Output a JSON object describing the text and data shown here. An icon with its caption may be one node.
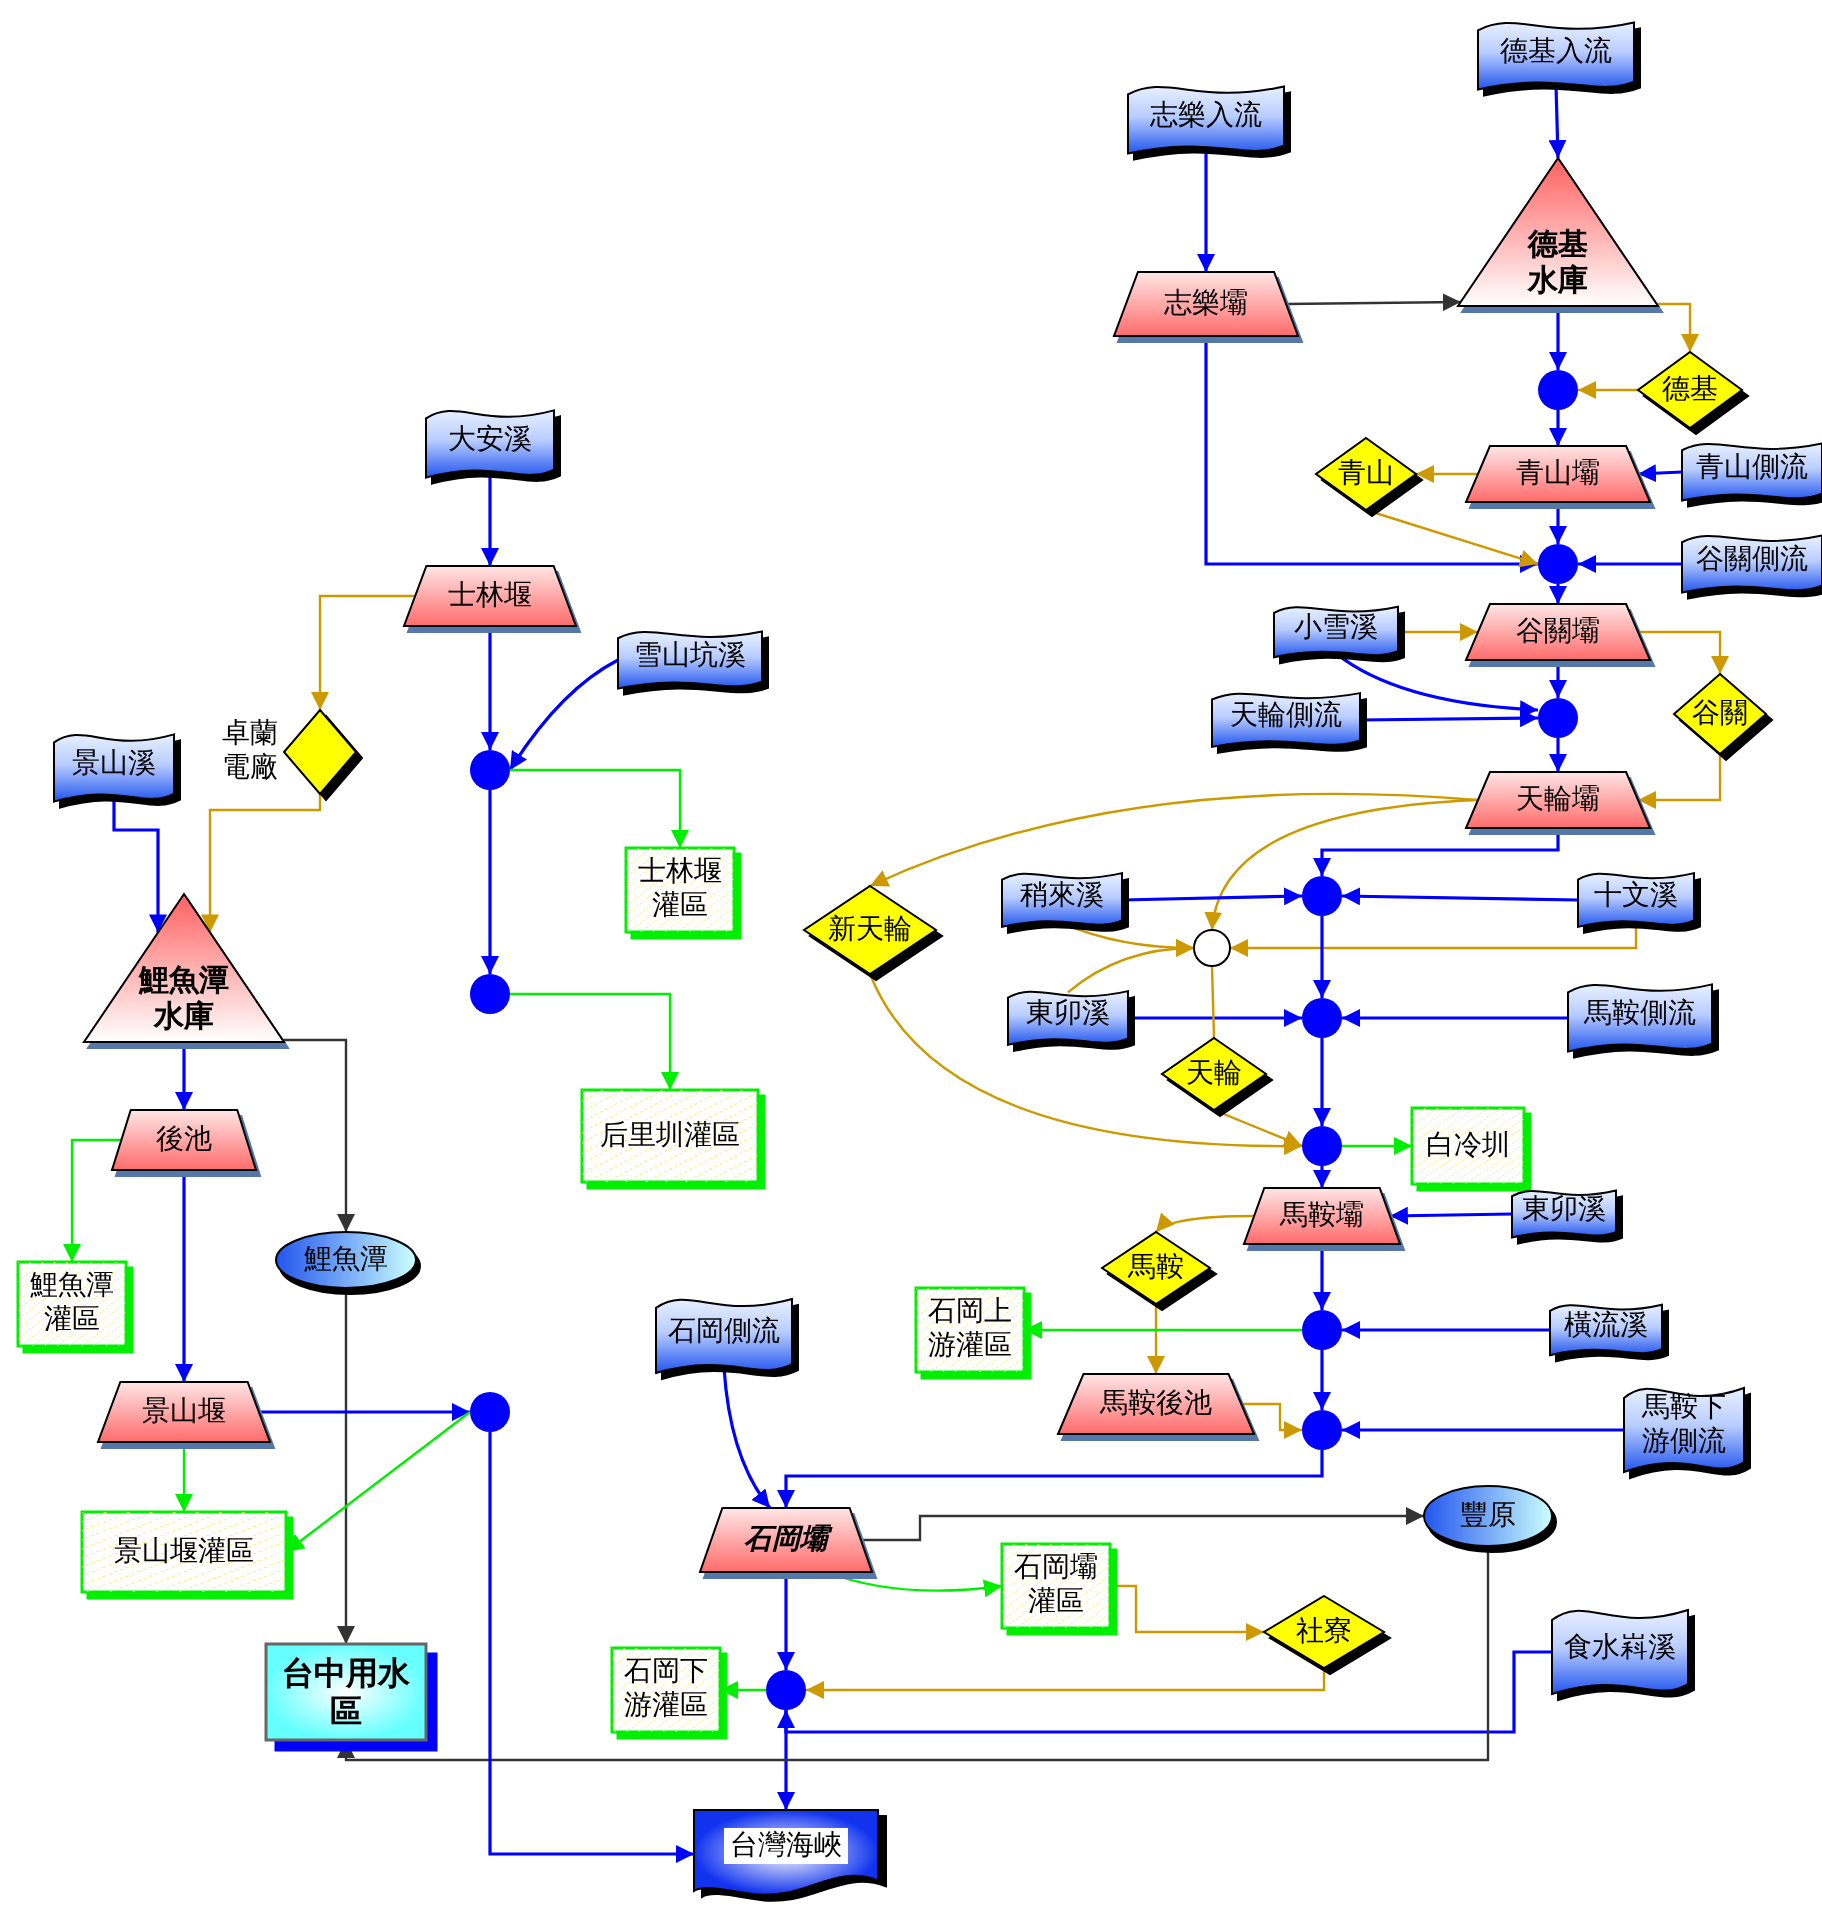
{
  "diagram": {
    "nodes": [
      {
        "text": [
          "德基入流"
        ]
      },
      {
        "text": [
          "志樂入流"
        ]
      },
      {
        "text": [
          "志樂壩"
        ]
      },
      {
        "text": [
          "德基水庫"
        ]
      },
      {
        "text": [],
        "shape": "dot"
      },
      {
        "text": [
          "德基"
        ]
      },
      {
        "text": [
          "青山"
        ]
      },
      {
        "text": [
          "青山壩"
        ]
      },
      {
        "text": [
          "青山側流"
        ]
      },
      {
        "text": [],
        "shape": "dot"
      },
      {
        "text": [
          "谷關側流"
        ]
      },
      {
        "text": [
          "小雪溪"
        ]
      },
      {
        "text": [
          "谷關壩"
        ]
      },
      {
        "text": [
          "天輪側流"
        ]
      },
      {
        "text": [],
        "shape": "dot"
      },
      {
        "text": [
          "谷關"
        ]
      },
      {
        "text": [
          "大安溪"
        ]
      },
      {
        "text": [
          "士林堰"
        ]
      },
      {
        "text": [
          "雪山坑溪"
        ]
      },
      {
        "text": [
          "卓蘭電廠"
        ]
      },
      {
        "text": [],
        "shape": "dot"
      },
      {
        "text": [
          "景山溪"
        ]
      },
      {
        "text": [
          "天輪壩"
        ]
      },
      {
        "text": [
          "新天輪"
        ]
      },
      {
        "text": [
          "稍來溪"
        ]
      },
      {
        "text": [],
        "shape": "dot"
      },
      {
        "text": [
          "十文溪"
        ]
      },
      {
        "text": [],
        "shape": "circle"
      },
      {
        "text": [
          "士林堰灌區"
        ]
      },
      {
        "text": [
          "鯉魚潭水庫"
        ]
      },
      {
        "text": [],
        "shape": "dot"
      },
      {
        "text": [
          "東卯溪"
        ]
      },
      {
        "text": [],
        "shape": "dot"
      },
      {
        "text": [
          "馬鞍側流"
        ]
      },
      {
        "text": [
          "天輪"
        ]
      },
      {
        "text": [
          "后里圳灌區"
        ]
      },
      {
        "text": [
          "後池"
        ]
      },
      {
        "text": [],
        "shape": "dot"
      },
      {
        "text": [
          "白冷圳"
        ]
      },
      {
        "text": [
          "馬鞍壩"
        ]
      },
      {
        "text": [
          "東卯溪"
        ]
      },
      {
        "text": [
          "鯉魚潭"
        ]
      },
      {
        "text": [
          "馬鞍"
        ]
      },
      {
        "text": [
          "鯉魚潭灌區"
        ]
      },
      {
        "text": [
          "石岡上游灌區"
        ]
      },
      {
        "text": [],
        "shape": "dot"
      },
      {
        "text": [
          "橫流溪"
        ]
      },
      {
        "text": [
          "石岡側流"
        ]
      },
      {
        "text": [
          "景山堰"
        ]
      },
      {
        "text": [],
        "shape": "dot"
      },
      {
        "text": [
          "馬鞍後池"
        ]
      },
      {
        "text": [],
        "shape": "dot"
      },
      {
        "text": [
          "馬鞍下游側流"
        ]
      },
      {
        "text": [
          "石岡壩"
        ]
      },
      {
        "text": [
          "豐原"
        ]
      },
      {
        "text": [
          "景山堰灌區"
        ]
      },
      {
        "text": [
          "石岡壩灌區"
        ]
      },
      {
        "text": [
          "社寮"
        ]
      },
      {
        "text": [
          "食水嵙溪"
        ]
      },
      {
        "text": [
          "台中用水區"
        ]
      },
      {
        "text": [
          "石岡下游灌區"
        ]
      },
      {
        "text": [],
        "shape": "dot"
      },
      {
        "text": [
          "台灣海峽"
        ]
      }
    ],
    "edges": [
      {
        "from": 0,
        "to": 3,
        "arrow": "to"
      },
      {
        "from": 1,
        "to": 2,
        "arrow": "to"
      },
      {
        "from": 2,
        "to": 3,
        "arrow": "to",
        "color": "#333333"
      },
      {
        "from": 2,
        "to": 9,
        "arrow": "to"
      },
      {
        "from": 3,
        "to": 4,
        "arrow": "to"
      },
      {
        "from": 3,
        "to": 5,
        "arrow": "to",
        "color": "#cc9900"
      },
      {
        "from": 5,
        "to": 4,
        "arrow": "to",
        "color": "#cc9900"
      },
      {
        "from": 4,
        "to": 7,
        "arrow": "to"
      },
      {
        "from": 8,
        "to": 7,
        "arrow": "to"
      },
      {
        "from": 7,
        "to": 6,
        "arrow": "to",
        "color": "#cc9900"
      },
      {
        "from": 6,
        "to": 9,
        "arrow": "to",
        "color": "#cc9900"
      },
      {
        "from": 7,
        "to": 9,
        "arrow": "to"
      },
      {
        "from": 10,
        "to": 9,
        "arrow": "to"
      },
      {
        "from": 9,
        "to": 12,
        "arrow": "to"
      },
      {
        "from": 11,
        "to": 12,
        "arrow": "to",
        "color": "#cc9900"
      },
      {
        "from": 11,
        "to": 14,
        "arrow": "to"
      },
      {
        "from": 12,
        "to": 14,
        "arrow": "to"
      },
      {
        "from": 12,
        "to": 15,
        "arrow": "to",
        "color": "#cc9900"
      },
      {
        "from": 13,
        "to": 14,
        "arrow": "to"
      },
      {
        "from": 14,
        "to": 22,
        "arrow": "to"
      },
      {
        "from": 15,
        "to": 22,
        "arrow": "to",
        "color": "#cc9900"
      },
      {
        "from": 16,
        "to": 17,
        "arrow": "to"
      },
      {
        "from": 17,
        "to": 19,
        "arrow": "to",
        "color": "#cc9900"
      },
      {
        "from": 17,
        "to": 20,
        "arrow": "to"
      },
      {
        "from": 18,
        "to": 20,
        "arrow": "to"
      },
      {
        "from": 20,
        "to": 28,
        "arrow": "to",
        "color": "#00ee00"
      },
      {
        "from": 19,
        "to": 29,
        "arrow": "to",
        "color": "#cc9900"
      },
      {
        "from": 21,
        "to": 29,
        "arrow": "to"
      },
      {
        "from": 20,
        "to": 30,
        "arrow": "to"
      },
      {
        "from": 30,
        "to": 35,
        "arrow": "to",
        "color": "#00ee00"
      },
      {
        "from": 22,
        "to": 23,
        "arrow": "to",
        "color": "#cc9900"
      },
      {
        "from": 22,
        "to": 27,
        "arrow": "to",
        "color": "#cc9900"
      },
      {
        "from": 22,
        "to": 25,
        "arrow": "to"
      },
      {
        "from": 24,
        "to": 25,
        "arrow": "to"
      },
      {
        "from": 26,
        "to": 25,
        "arrow": "to"
      },
      {
        "from": 24,
        "to": 27,
        "arrow": "to",
        "color": "#cc9900"
      },
      {
        "from": 26,
        "to": 27,
        "arrow": "to",
        "color": "#cc9900"
      },
      {
        "from": 31,
        "to": 27,
        "arrow": "to",
        "color": "#cc9900"
      },
      {
        "from": 25,
        "to": 32,
        "arrow": "to"
      },
      {
        "from": 31,
        "to": 32,
        "arrow": "to"
      },
      {
        "from": 33,
        "to": 32,
        "arrow": "to"
      },
      {
        "from": 27,
        "to": 34,
        "arrow": "none",
        "color": "#cc9900"
      },
      {
        "from": 34,
        "to": 37,
        "arrow": "to",
        "color": "#cc9900"
      },
      {
        "from": 23,
        "to": 37,
        "arrow": "to",
        "color": "#cc9900"
      },
      {
        "from": 32,
        "to": 37,
        "arrow": "to"
      },
      {
        "from": 37,
        "to": 38,
        "arrow": "to",
        "color": "#00ee00"
      },
      {
        "from": 37,
        "to": 39,
        "arrow": "to"
      },
      {
        "from": 40,
        "to": 39,
        "arrow": "to"
      },
      {
        "from": 39,
        "to": 42,
        "arrow": "to",
        "color": "#cc9900"
      },
      {
        "from": 42,
        "to": 50,
        "arrow": "to",
        "color": "#cc9900"
      },
      {
        "from": 39,
        "to": 45,
        "arrow": "to"
      },
      {
        "from": 46,
        "to": 45,
        "arrow": "to"
      },
      {
        "from": 45,
        "to": 44,
        "arrow": "to",
        "color": "#00ee00"
      },
      {
        "from": 45,
        "to": 51,
        "arrow": "to"
      },
      {
        "from": 50,
        "to": 51,
        "arrow": "to",
        "color": "#cc9900"
      },
      {
        "from": 52,
        "to": 51,
        "arrow": "to"
      },
      {
        "from": 51,
        "to": 53,
        "arrow": "to"
      },
      {
        "from": 47,
        "to": 53,
        "arrow": "to"
      },
      {
        "from": 53,
        "to": 54,
        "arrow": "to",
        "color": "#333333"
      },
      {
        "from": 53,
        "to": 56,
        "arrow": "to",
        "color": "#00ee00"
      },
      {
        "from": 56,
        "to": 57,
        "arrow": "to",
        "color": "#cc9900"
      },
      {
        "from": 57,
        "to": 61,
        "arrow": "to",
        "color": "#cc9900"
      },
      {
        "from": 53,
        "to": 61,
        "arrow": "to"
      },
      {
        "from": 61,
        "to": 60,
        "arrow": "to",
        "color": "#00ee00"
      },
      {
        "from": 58,
        "to": 61,
        "arrow": "to"
      },
      {
        "from": 61,
        "to": 62,
        "arrow": "to"
      },
      {
        "from": 54,
        "to": 59,
        "arrow": "to",
        "color": "#333333"
      },
      {
        "from": 29,
        "to": 41,
        "arrow": "to",
        "color": "#333333"
      },
      {
        "from": 41,
        "to": 59,
        "arrow": "to",
        "color": "#333333"
      },
      {
        "from": 29,
        "to": 36,
        "arrow": "to"
      },
      {
        "from": 36,
        "to": 43,
        "arrow": "to",
        "color": "#00ee00"
      },
      {
        "from": 36,
        "to": 48,
        "arrow": "to"
      },
      {
        "from": 48,
        "to": 49,
        "arrow": "to"
      },
      {
        "from": 49,
        "to": 55,
        "arrow": "to",
        "color": "#00ee00"
      },
      {
        "from": 48,
        "to": 55,
        "arrow": "to",
        "color": "#00ee00"
      },
      {
        "from": 49,
        "to": 62,
        "arrow": "to"
      }
    ]
  }
}
